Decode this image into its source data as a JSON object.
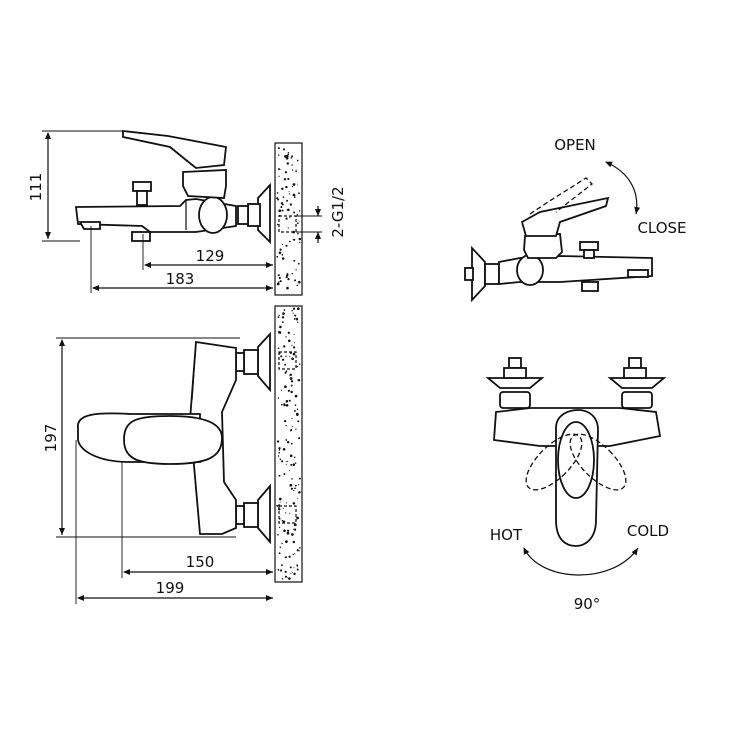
{
  "dimensions": {
    "height_111": "111",
    "thread": "2-G1/2",
    "depth_129": "129",
    "depth_183": "183",
    "height_197": "197",
    "depth_150": "150",
    "depth_199": "199"
  },
  "operation": {
    "open": "OPEN",
    "close": "CLOSE",
    "hot": "HOT",
    "cold": "COLD",
    "angle": "90°"
  },
  "colors": {
    "ink": "#111111",
    "background": "#ffffff"
  }
}
